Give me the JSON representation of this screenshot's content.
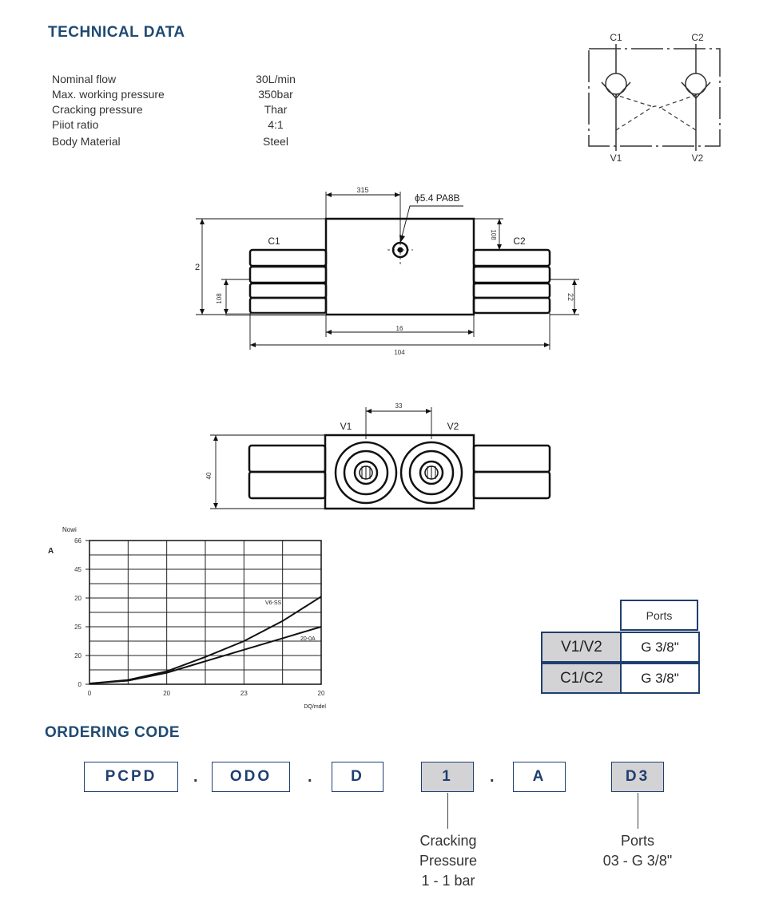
{
  "technical_data": {
    "heading": "TECHNICAL DATA",
    "specs": [
      {
        "name": "Nominal flow",
        "value": "30L/min"
      },
      {
        "name": "Max. working pressure",
        "value": "350bar"
      },
      {
        "name": "Cracking pressure",
        "value": "Thar"
      },
      {
        "name": "Piiot ratio",
        "value": "4:1"
      },
      {
        "name": "Body Material",
        "value": "Steel"
      }
    ]
  },
  "schematic": {
    "port_c1": "C1",
    "port_c2": "C2",
    "port_v1": "V1",
    "port_v2": "V2"
  },
  "side_view": {
    "dim_top": "315",
    "pilot_note": "ϕ5.4 PA8B",
    "port_c1": "C1",
    "port_c2": "C2",
    "dim_left_height": "2",
    "dim_left_lower": "108",
    "dim_right_top": "108",
    "dim_right_lower": "22",
    "dim_body_width": "16",
    "dim_overall": "104"
  },
  "top_view": {
    "port_v1": "V1",
    "port_v2": "V2",
    "dim_center": "33",
    "dim_height": "40"
  },
  "chart_data": {
    "type": "line",
    "title": "",
    "xlabel": "DQ/mdel",
    "ylabel": "Nowi",
    "y_axis_letter": "A",
    "x_ticks": [
      "0",
      "20",
      "23",
      "20"
    ],
    "y_ticks": [
      "0",
      "20",
      "25",
      "20",
      "45",
      "66"
    ],
    "series": [
      {
        "name": "V6-SS",
        "x": [
          0,
          1,
          2,
          3,
          4,
          5,
          6
        ],
        "y": [
          0.05,
          0.3,
          0.9,
          1.9,
          3.0,
          4.4,
          6.1
        ]
      },
      {
        "name": "20-0A",
        "x": [
          0,
          1,
          2,
          3,
          4,
          5,
          6
        ],
        "y": [
          0.05,
          0.25,
          0.8,
          1.6,
          2.4,
          3.2,
          4.0
        ]
      }
    ],
    "grid": true
  },
  "ports_table": {
    "header": "Ports",
    "rows": [
      {
        "port": "V1/V2",
        "size": "G 3/8\""
      },
      {
        "port": "C1/C2",
        "size": "G 3/8\""
      }
    ]
  },
  "ordering_code": {
    "heading": "ORDERING CODE",
    "segments": [
      {
        "code": "PCPD",
        "shaded": false
      },
      {
        "code": "ODO",
        "shaded": false
      },
      {
        "code": "D",
        "shaded": false
      },
      {
        "code": "1",
        "shaded": true
      },
      {
        "code": "A",
        "shaded": false
      },
      {
        "code": "D3",
        "shaded": true
      }
    ],
    "separator": ".",
    "legend_cracking": {
      "line1": "Cracking",
      "line2": "Pressure",
      "line3": "1 - 1 bar"
    },
    "legend_ports": {
      "line1": "Ports",
      "line2": "03 - G 3/8\""
    }
  },
  "colors": {
    "heading": "#1f4a72",
    "border": "#1f3f6e",
    "shade": "#d3d3d6"
  }
}
